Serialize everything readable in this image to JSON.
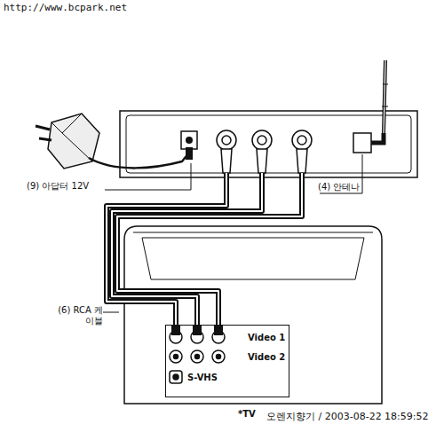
{
  "diagram": {
    "nodes": [
      {
        "text": [
          "*TV"
        ]
      },
      {
        "text": [
          "Video 1",
          "Video 2",
          "S-VHS"
        ],
        "in": 0
      }
    ],
    "labels": [
      "http://www.bcpark.net",
      "(9) 아답터 12V",
      "(4) 안테나",
      "(6) RCA 케이블",
      "오렌지향기 / 2003-08-22 18:59:52"
    ]
  }
}
